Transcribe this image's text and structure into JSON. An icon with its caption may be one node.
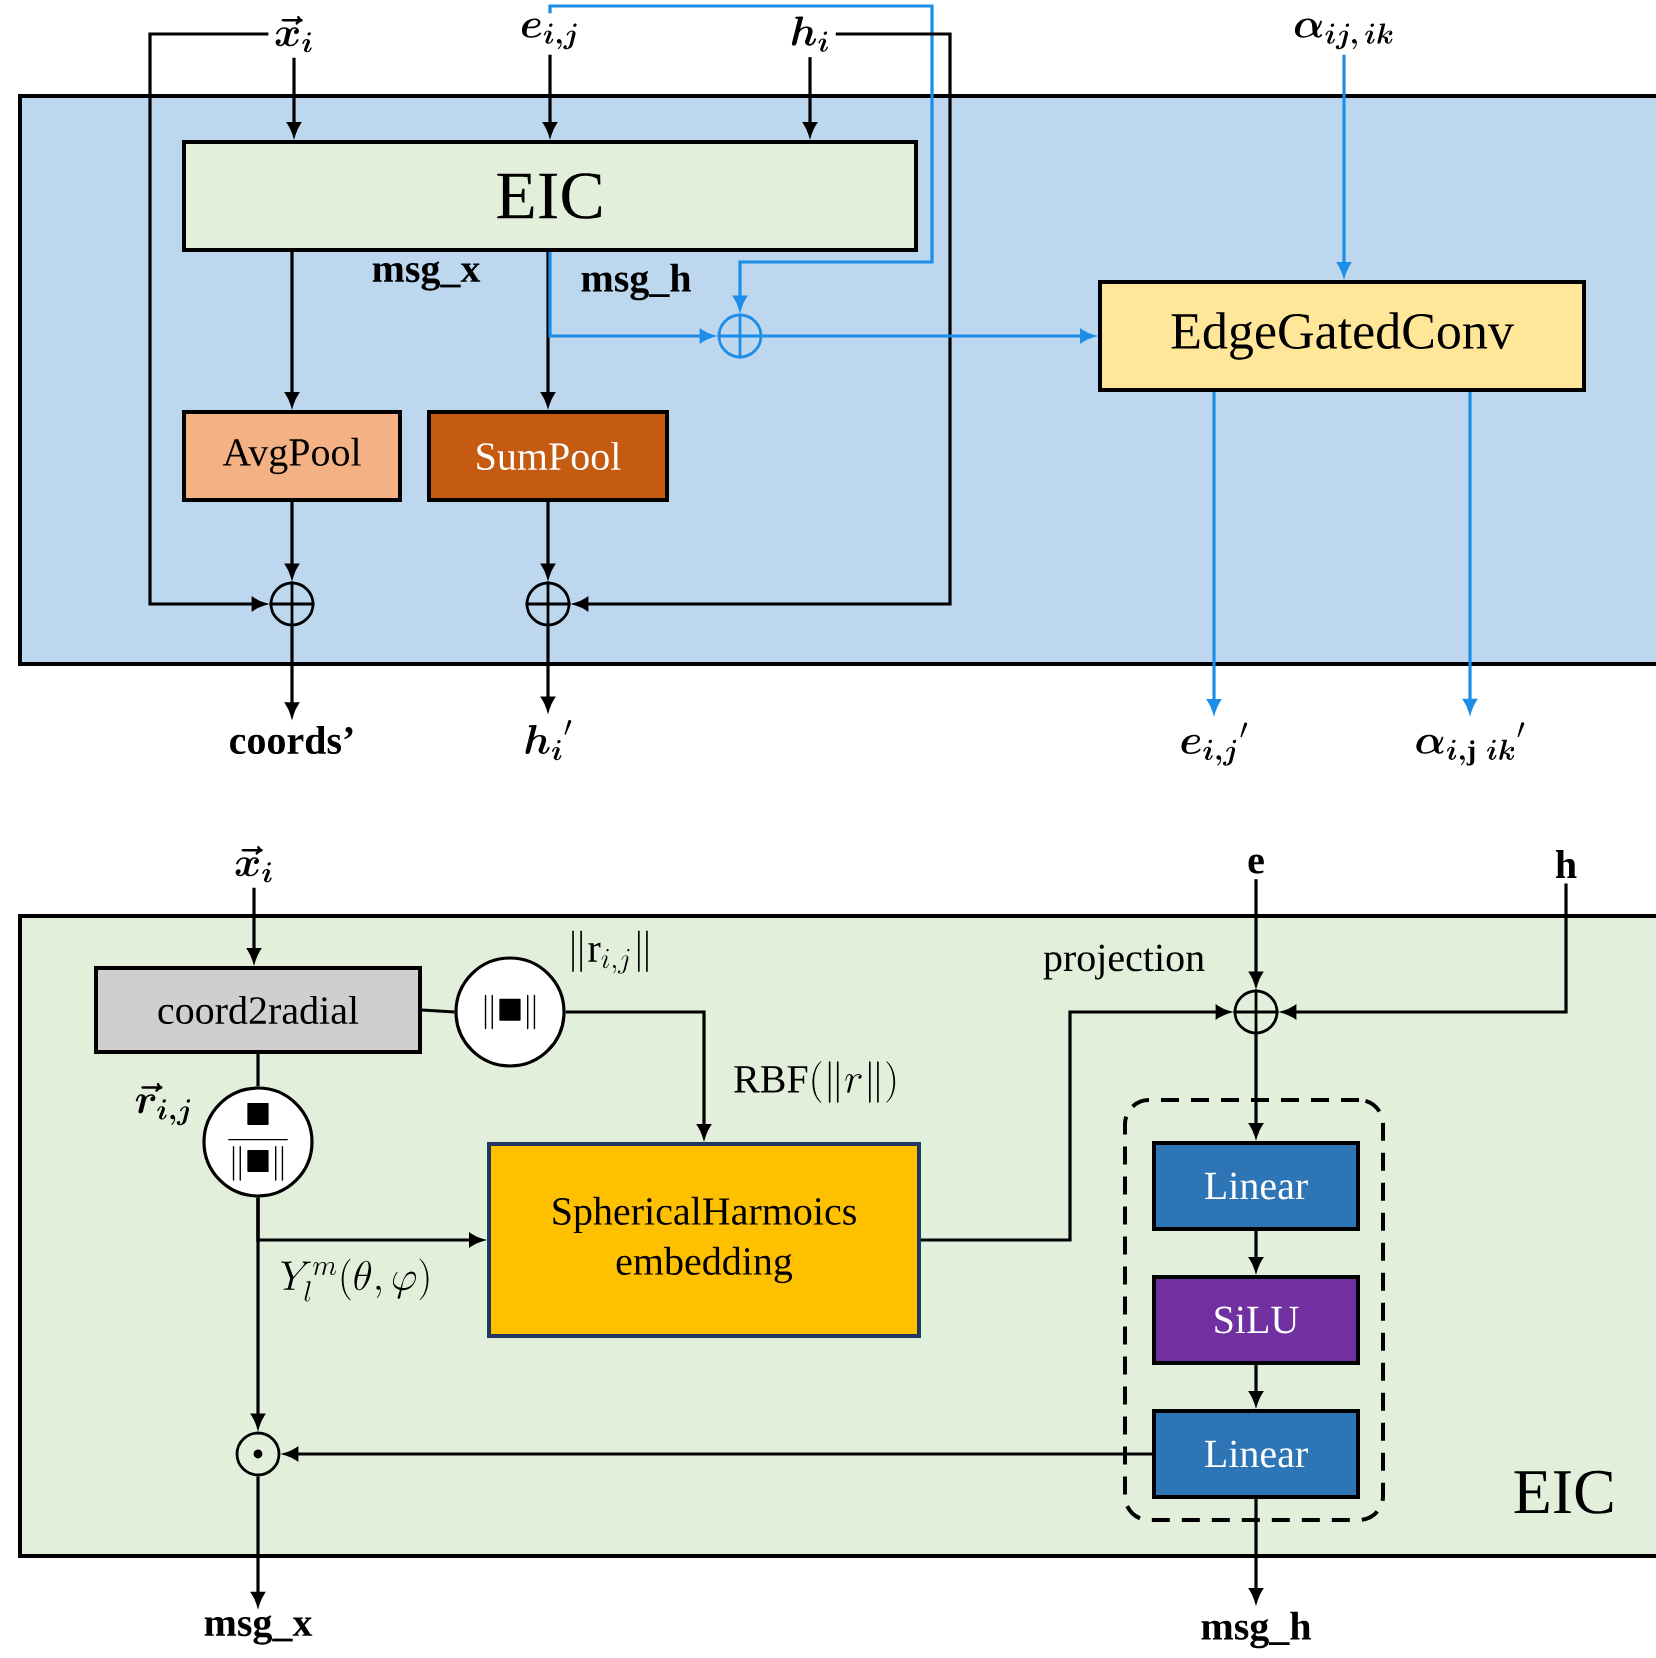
{
  "diagram": {
    "nodes": [
      {
        "text": [],
        "shape": "box"
      },
      {
        "text": [
          "\\boldsymbol{\\vec{x}_i}"
        ]
      },
      {
        "text": [
          "\\boldsymbol{e_{i,j}}"
        ]
      },
      {
        "text": [
          "\\boldsymbol{h_i}"
        ]
      },
      {
        "text": [
          "\\boldsymbol{\\alpha_{ij,\\,ik}}"
        ]
      },
      {
        "text": [
          "EIC"
        ],
        "in": 0
      },
      {
        "text": [],
        "shape": "circle",
        "in": 0
      },
      {
        "text": [
          "EdgeGatedConv"
        ],
        "in": 0
      },
      {
        "text": [
          "AvgPool"
        ],
        "in": 0
      },
      {
        "text": [
          "SumPool"
        ],
        "in": 0
      },
      {
        "text": [],
        "shape": "circle",
        "in": 0
      },
      {
        "text": [],
        "shape": "circle",
        "in": 0
      },
      {
        "text": [
          "coords’"
        ]
      },
      {
        "text": [
          "\\boldsymbol{h_i}'"
        ]
      },
      {
        "text": [
          "\\boldsymbol{e_{i,j}}'"
        ]
      },
      {
        "text": [
          "\\boldsymbol{\\alpha_{i,\\mathrm{j}\\ ik}}'"
        ]
      },
      {
        "text": [
          "EIC"
        ]
      },
      {
        "text": [
          "\\boldsymbol{\\vec{x}_i}"
        ]
      },
      {
        "text": [
          "coord2radial"
        ],
        "in": 16
      },
      {
        "text": [
          "\\|\\blacksquare\\|"
        ],
        "in": 16,
        "beside": [
          "\\|\\mathrm{r}_{i,j}\\|"
        ]
      },
      {
        "text": [
          "\\frac{\\blacksquare}{\\|\\blacksquare\\|}"
        ],
        "in": 16,
        "beside": [
          "\\boldsymbol{\\vec{r}_{i,j}}"
        ]
      },
      {
        "text": [
          "SphericalHarmoics embedding"
        ],
        "in": 16
      },
      {
        "text": [
          "e"
        ]
      },
      {
        "text": [
          "h"
        ]
      },
      {
        "text": [],
        "shape": "circle",
        "in": 16
      },
      {
        "text": [],
        "shape": "box",
        "in": 16
      },
      {
        "text": [
          "Linear"
        ],
        "in": 25
      },
      {
        "text": [
          "SiLU"
        ],
        "in": 25
      },
      {
        "text": [
          "Linear"
        ],
        "in": 25
      },
      {
        "text": [],
        "shape": "circle",
        "in": 16
      },
      {
        "text": [
          "msg_x"
        ]
      },
      {
        "text": [
          "msg_h"
        ]
      }
    ],
    "edges": [
      {
        "from": 1,
        "to": 5,
        "arrow": "to"
      },
      {
        "from": 1,
        "to": 10,
        "arrow": "to"
      },
      {
        "from": 2,
        "to": 5,
        "arrow": "to"
      },
      {
        "from": 2,
        "to": 6,
        "arrow": "to",
        "color": "#1c8ee8"
      },
      {
        "from": 3,
        "to": 5,
        "arrow": "to"
      },
      {
        "from": 3,
        "to": 11,
        "arrow": "to"
      },
      {
        "from": 4,
        "to": 7,
        "arrow": "to",
        "color": "#1c8ee8"
      },
      {
        "from": 5,
        "to": 8,
        "arrow": "to",
        "label": "msg_x"
      },
      {
        "from": 5,
        "to": 9,
        "arrow": "to",
        "label": "msg_h"
      },
      {
        "from": 5,
        "to": 6,
        "arrow": "to",
        "color": "#1c8ee8"
      },
      {
        "from": 6,
        "to": 7,
        "arrow": "to",
        "color": "#1c8ee8"
      },
      {
        "from": 8,
        "to": 10,
        "arrow": "to"
      },
      {
        "from": 9,
        "to": 11,
        "arrow": "to"
      },
      {
        "from": 10,
        "to": 12,
        "arrow": "to"
      },
      {
        "from": 11,
        "to": 13,
        "arrow": "to"
      },
      {
        "from": 7,
        "to": 14,
        "arrow": "to",
        "color": "#1c8ee8"
      },
      {
        "from": 7,
        "to": 15,
        "arrow": "to",
        "color": "#1c8ee8"
      },
      {
        "from": 17,
        "to": 18,
        "arrow": "to"
      },
      {
        "from": 18,
        "to": 19,
        "arrow": "none"
      },
      {
        "from": 19,
        "to": 21,
        "arrow": "to",
        "label": "\\mathrm{RBF}(\\|r\\|)"
      },
      {
        "from": 18,
        "to": 20,
        "arrow": "none"
      },
      {
        "from": 20,
        "to": 21,
        "arrow": "to",
        "label": "Y_l^m(\\theta,\\varphi)"
      },
      {
        "from": 20,
        "to": 29,
        "arrow": "to"
      },
      {
        "from": 21,
        "to": 24,
        "arrow": "to",
        "label": "projection"
      },
      {
        "from": 22,
        "to": 24,
        "arrow": "to"
      },
      {
        "from": 23,
        "to": 24,
        "arrow": "to"
      },
      {
        "from": 24,
        "to": 26,
        "arrow": "to"
      },
      {
        "from": 26,
        "to": 27,
        "arrow": "to"
      },
      {
        "from": 27,
        "to": 28,
        "arrow": "to"
      },
      {
        "from": 28,
        "to": 29,
        "arrow": "to"
      },
      {
        "from": 29,
        "to": 30,
        "arrow": "to"
      },
      {
        "from": 28,
        "to": 31,
        "arrow": "to"
      }
    ]
  }
}
